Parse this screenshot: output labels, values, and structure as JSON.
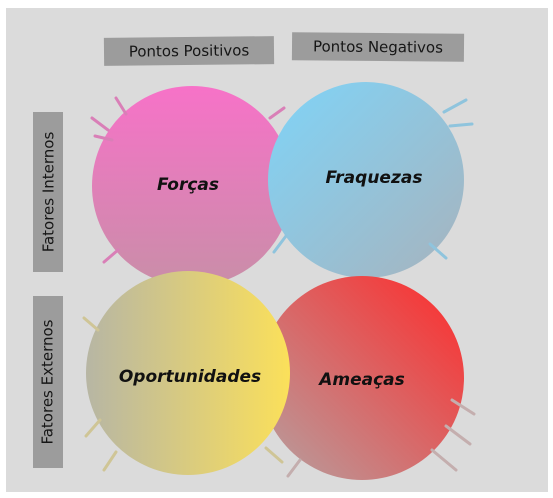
{
  "columns": {
    "positive": "Pontos Positivos",
    "negative": "Pontos Negativos"
  },
  "rows": {
    "internal": "Fatores Internos",
    "external": "Fatores Externos"
  },
  "quadrants": {
    "strengths": "Forças",
    "weaknesses": "Fraquezas",
    "opportunities": "Oportunidades",
    "threats": "Ameaças"
  },
  "colors": {
    "background": "#dbdbdb",
    "label_bg": "#9c9c9c",
    "strengths": [
      "#f772c8",
      "#c98ea8"
    ],
    "weaknesses": [
      "#7fd4f8",
      "#a7b3bd"
    ],
    "opportunities": [
      "#b7b6a4",
      "#fbe05a"
    ],
    "threats": [
      "#ff2a2a",
      "#b4a2a2"
    ]
  }
}
